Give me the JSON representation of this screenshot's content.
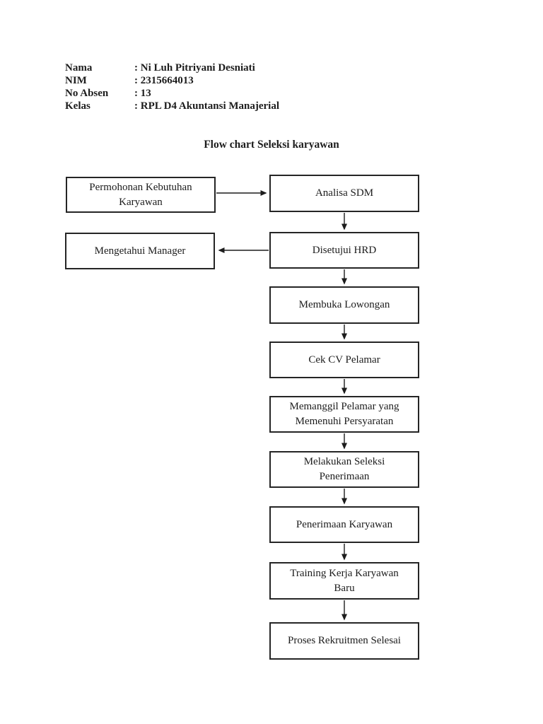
{
  "page": {
    "background_color": "#ffffff",
    "ink_color": "#1c1c1c"
  },
  "header": {
    "rows": [
      {
        "label": "Nama",
        "value": ": Ni Luh Pitriyani Desniati"
      },
      {
        "label": "NIM",
        "value": ": 2315664013"
      },
      {
        "label": "No Absen",
        "value": ": 13"
      },
      {
        "label": "Kelas",
        "value": ": RPL D4 Akuntansi Manajerial"
      }
    ]
  },
  "title": "Flow chart Seleksi karyawan",
  "flowchart": {
    "boxes": [
      {
        "id": "permohonan-kebutuhan-karyawan",
        "label": "Permohonan Kebutuhan Karyawan"
      },
      {
        "id": "analisa-sdm",
        "label": "Analisa SDM"
      },
      {
        "id": "mengetahui-manager",
        "label": "Mengetahui Manager"
      },
      {
        "id": "disetujui-hrd",
        "label": "Disetujui HRD"
      },
      {
        "id": "membuka-lowongan",
        "label": "Membuka Lowongan"
      },
      {
        "id": "cek-cv-pelamar",
        "label": "Cek CV Pelamar"
      },
      {
        "id": "memanggil-pelamar",
        "label": "Memanggil Pelamar yang Memenuhi Persyaratan"
      },
      {
        "id": "melakukan-seleksi",
        "label": "Melakukan Seleksi Penerimaan"
      },
      {
        "id": "penerimaan-karyawan",
        "label": "Penerimaan Karyawan"
      },
      {
        "id": "training-kerja-karyawan-baru",
        "label": "Training Kerja Karyawan Baru"
      },
      {
        "id": "proses-rekruitmen-selesai",
        "label": "Proses Rekruitmen Selesai"
      }
    ],
    "connections": [
      {
        "from": "permohonan-kebutuhan-karyawan",
        "to": "analisa-sdm",
        "direction": "right"
      },
      {
        "from": "analisa-sdm",
        "to": "disetujui-hrd",
        "direction": "down"
      },
      {
        "from": "disetujui-hrd",
        "to": "mengetahui-manager",
        "direction": "left"
      },
      {
        "from": "disetujui-hrd",
        "to": "membuka-lowongan",
        "direction": "down"
      },
      {
        "from": "membuka-lowongan",
        "to": "cek-cv-pelamar",
        "direction": "down"
      },
      {
        "from": "cek-cv-pelamar",
        "to": "memanggil-pelamar",
        "direction": "down"
      },
      {
        "from": "memanggil-pelamar",
        "to": "melakukan-seleksi",
        "direction": "down"
      },
      {
        "from": "melakukan-seleksi",
        "to": "penerimaan-karyawan",
        "direction": "down"
      },
      {
        "from": "penerimaan-karyawan",
        "to": "training-kerja-karyawan-baru",
        "direction": "down"
      },
      {
        "from": "training-kerja-karyawan-baru",
        "to": "proses-rekruitmen-selesai",
        "direction": "down"
      }
    ]
  }
}
